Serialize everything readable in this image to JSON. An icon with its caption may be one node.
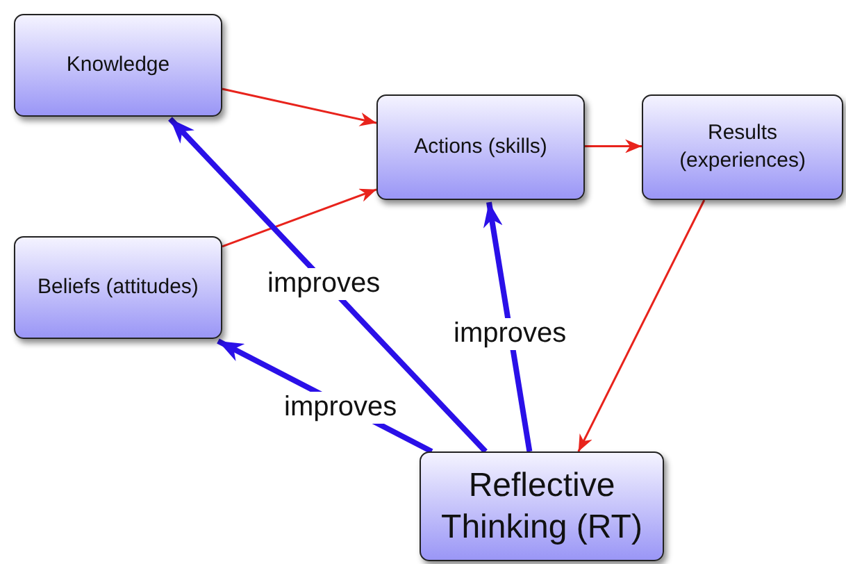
{
  "diagram": {
    "nodes": [
      {
        "text": [
          "Knowledge"
        ]
      },
      {
        "text": [
          "Actions (skills)"
        ]
      },
      {
        "text": [
          "Results (experiences)"
        ]
      },
      {
        "text": [
          "Beliefs (attitudes)"
        ]
      },
      {
        "text": [
          "Reflective Thinking (RT)"
        ]
      }
    ],
    "edges": [
      {
        "from": 0,
        "to": 1,
        "arrow": "to"
      },
      {
        "from": 3,
        "to": 1,
        "arrow": "to"
      },
      {
        "from": 1,
        "to": 2,
        "arrow": "to"
      },
      {
        "from": 2,
        "to": 4,
        "arrow": "to"
      },
      {
        "from": 4,
        "to": 0,
        "arrow": "to",
        "label": "improves",
        "style": "thick",
        "color": "#2a10e8"
      },
      {
        "from": 4,
        "to": 3,
        "arrow": "to",
        "label": "improves",
        "style": "thick",
        "color": "#2a10e8"
      },
      {
        "from": 4,
        "to": 1,
        "arrow": "to",
        "label": "improves",
        "style": "thick",
        "color": "#2a10e8"
      }
    ]
  }
}
